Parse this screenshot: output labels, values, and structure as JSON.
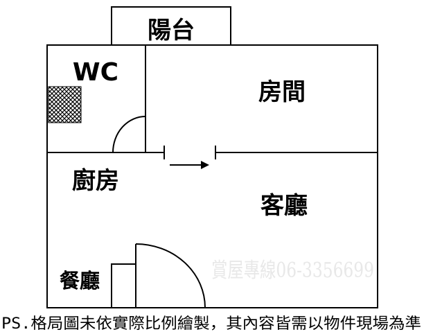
{
  "rooms": {
    "balcony": "陽台",
    "wc": "WC",
    "bedroom": "房間",
    "kitchen": "廚房",
    "living_room": "客廳",
    "dining": "餐廳"
  },
  "watermark": "賞屋專線06-3356699",
  "note": "PS.格局圖未依實際比例繪製，其內容皆需以物件現場為準"
}
